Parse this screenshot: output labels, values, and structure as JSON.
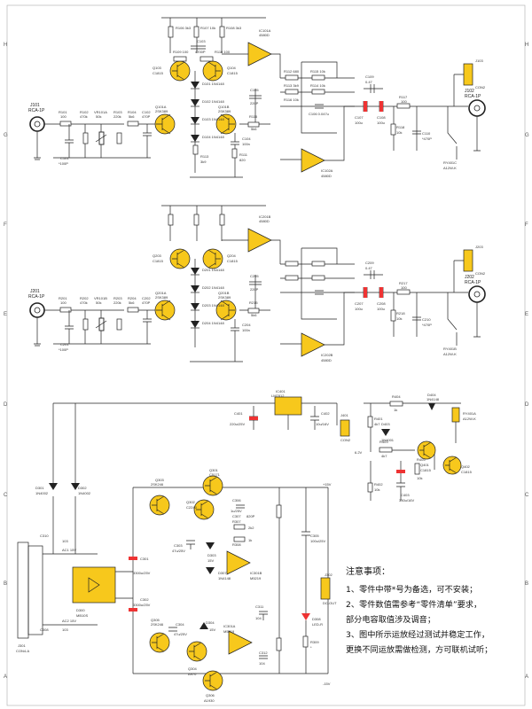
{
  "border_left": [
    "H",
    "G",
    "F",
    "E",
    "D",
    "C",
    "B",
    "A"
  ],
  "border_right": [
    "H",
    "G",
    "F",
    "E",
    "D",
    "C",
    "B",
    "A"
  ],
  "channel_left": {
    "input_jack": {
      "ref": "J101",
      "type": "RCA-1P"
    },
    "r101": {
      "ref": "R101",
      "val": "100"
    },
    "r102": {
      "ref": "R102",
      "val": "470k"
    },
    "vr": {
      "ref": "VR101A",
      "val": "50k"
    },
    "r103": {
      "ref": "R103",
      "val": "220k"
    },
    "r104": {
      "ref": "R104",
      "val": "5k6"
    },
    "c102": {
      "ref": "C102",
      "val": "470P"
    },
    "c101": {
      "ref": "C101",
      "val": "*100P"
    },
    "q101": {
      "ref": "Q101A",
      "type": "2SK389"
    },
    "q103": {
      "ref": "Q103",
      "type": "C1815"
    },
    "q104": {
      "ref": "Q104",
      "type": "C1815"
    },
    "q101b": {
      "ref": "Q101B",
      "type": "2SK389"
    },
    "ic101a": {
      "ref": "IC101A",
      "type": "4580D"
    },
    "ic102a": {
      "ref": "IC102A",
      "type": "4580D"
    },
    "diodes": [
      "D101 1N4148",
      "D102 1N4148",
      "D103 1N4148",
      "D104 1N4148"
    ],
    "r_top": [
      "R106 3k3",
      "R107 10k",
      "R108 3k3",
      "R109 100",
      "R110 100"
    ],
    "c103": {
      "ref": "C103",
      "val": "4700P"
    },
    "c105": {
      "ref": "C105",
      "val": "220P"
    },
    "c104": {
      "ref": "C104",
      "val": "100n"
    },
    "r115": {
      "ref": "R115",
      "val": "5k6"
    },
    "r111": {
      "ref": "R111",
      "val": "820"
    },
    "r113": {
      "ref": "R113",
      "val": "3k9"
    },
    "mid": [
      "R112 680",
      "R113 3k9",
      "R115 10k",
      "R114 10k",
      "C106 0.047u",
      "R116 10k"
    ],
    "c109": {
      "ref": "C109",
      "val": "0.47"
    },
    "c107": {
      "ref": "C107",
      "val": "100u"
    },
    "c108": {
      "ref": "C108",
      "val": "100u"
    },
    "r117": {
      "ref": "R117",
      "val": "100"
    },
    "r118": {
      "ref": "R118",
      "val": "10k"
    },
    "c110": {
      "ref": "C110",
      "val": "*470P"
    },
    "relay": {
      "ref": "RY401C",
      "type": "A12W-K"
    },
    "output_jack": {
      "ref": "J102",
      "type": "RCA-1P"
    },
    "j103": {
      "ref": "J103",
      "type": "CON2"
    }
  },
  "channel_right": {
    "input_jack": {
      "ref": "J201",
      "type": "RCA-1P"
    },
    "r201": {
      "ref": "R201",
      "val": "100"
    },
    "r202": {
      "ref": "R202",
      "val": "470k"
    },
    "vr": {
      "ref": "VR101B",
      "val": "50k"
    },
    "r203": {
      "ref": "R203",
      "val": "220k"
    },
    "r204": {
      "ref": "R204",
      "val": "5k6"
    },
    "c202": {
      "ref": "C202",
      "val": "470P"
    },
    "c201": {
      "ref": "C201",
      "val": "*100P"
    },
    "q201": {
      "ref": "Q201A",
      "type": "2SK389"
    },
    "q203": {
      "ref": "Q203",
      "type": "C1815"
    },
    "q204": {
      "ref": "Q204",
      "type": "C1815"
    },
    "q201b": {
      "ref": "Q201B",
      "type": "2SK389"
    },
    "ic201b": {
      "ref": "IC201B",
      "type": "4580D"
    },
    "ic202b": {
      "ref": "IC202B",
      "type": "4580D"
    },
    "diodes": [
      "D201 1N4148",
      "D202 1N4148",
      "D203 1N4148",
      "D204 1N4148"
    ],
    "c205": {
      "ref": "C205",
      "val": "220P"
    },
    "c204": {
      "ref": "C204",
      "val": "100n"
    },
    "r215": {
      "ref": "R215",
      "val": "5k6"
    },
    "c209": {
      "ref": "C209",
      "val": "0.47"
    },
    "c207": {
      "ref": "C207",
      "val": "100u"
    },
    "c208": {
      "ref": "C208",
      "val": "100u"
    },
    "r217": {
      "ref": "R217",
      "val": "100"
    },
    "r218": {
      "ref": "R218",
      "val": "10k"
    },
    "c210": {
      "ref": "C210",
      "val": "*470P"
    },
    "relay": {
      "ref": "RY401B",
      "type": "A12W-K"
    },
    "output_jack": {
      "ref": "J202",
      "type": "RCA-1P"
    },
    "j203": {
      "ref": "J203",
      "type": "CON2"
    }
  },
  "protect": {
    "ic401": {
      "ref": "IC401",
      "type": "LM7812"
    },
    "c401": {
      "ref": "C401",
      "val": "220u/25V"
    },
    "c402": {
      "ref": "C402",
      "val": "10u/16V"
    },
    "j401": {
      "ref": "J401",
      "type": "CON2"
    },
    "r401": {
      "ref": "R401",
      "val": "4k7"
    },
    "r402": {
      "ref": "R402",
      "val": "10k"
    },
    "r403": {
      "ref": "R403",
      "val": "4k7"
    },
    "r404": {
      "ref": "R404",
      "val": "1k"
    },
    "r405": {
      "ref": "R405",
      "val": "10k"
    },
    "d403": {
      "ref": "D403",
      "type": "1N4001"
    },
    "d404": {
      "ref": "D404",
      "type": "1N4148"
    },
    "zener": "6.2V",
    "c403": {
      "ref": "C403",
      "val": "330u/16V"
    },
    "q401": {
      "ref": "Q401",
      "type": "C1815"
    },
    "q402": {
      "ref": "Q402",
      "type": "C1815"
    },
    "relay": {
      "ref": "RY401A",
      "type": "A12W-K"
    }
  },
  "psu": {
    "d301": {
      "ref": "D301",
      "type": "1N4002"
    },
    "d302": {
      "ref": "D302",
      "type": "1N4002"
    },
    "c310": {
      "ref": "C310",
      "val": "103"
    },
    "c308": {
      "ref": "C308",
      "val": "103"
    },
    "j301": {
      "ref": "J301",
      "type": "CON4-A"
    },
    "ac_top": "AC1 15V",
    "ac_bot": "AC2 15V",
    "d300": {
      "ref": "D300",
      "type": "MB10S"
    },
    "c301": {
      "ref": "C301",
      "val": "3300u/25V"
    },
    "c302": {
      "ref": "C302",
      "val": "3300u/25V"
    },
    "q303": {
      "ref": "Q303",
      "type": "2SK246"
    },
    "q301": {
      "ref": "Q301",
      "type": "C5171"
    },
    "q302": {
      "ref": "Q302",
      "type": "C2240"
    },
    "q305": {
      "ref": "Q305",
      "type": "2SK246"
    },
    "q304": {
      "ref": "Q304",
      "type": "A970"
    },
    "q306": {
      "ref": "Q306",
      "type": "A1930"
    },
    "c303": {
      "ref": "C303",
      "val": "47u/25V"
    },
    "c304": {
      "ref": "C304",
      "val": "47u/25V"
    },
    "c306": {
      "ref": "C306",
      "val": "1u/25V"
    },
    "c305": {
      "ref": "C305",
      "val": "100u/25V"
    },
    "c307": {
      "ref": "C307",
      "val": "820P"
    },
    "c311": {
      "ref": "C311",
      "val": "104"
    },
    "c312": {
      "ref": "C312",
      "val": "104"
    },
    "d303": {
      "ref": "D303",
      "type": "15V"
    },
    "d304": {
      "ref": "D304",
      "type": "15V"
    },
    "d307": {
      "ref": "D307",
      "type": "1N4148"
    },
    "ic301b": {
      "ref": "IC301B",
      "type": "M5219"
    },
    "ic301a": {
      "ref": "IC301A",
      "type": "M5219"
    },
    "r307": {
      "ref": "R307",
      "val": "2k2"
    },
    "r308": {
      "ref": "R308",
      "val": "1k"
    },
    "j302": {
      "ref": "J302",
      "type": "DC-OUT"
    },
    "d308": {
      "ref": "D308",
      "type": "LED-R"
    },
    "r309": {
      "ref": "R309",
      "val": "*"
    },
    "v_pos": "+15V",
    "v_neg": "-15V"
  },
  "notes": {
    "heading": "注意事项：",
    "lines": [
      "1、零件中带*号为备选，可不安装；",
      "2、零件数值需参考“零件清单”要求，",
      "部分电容取值涉及调音；",
      "3、图中所示运放经过测试并稳定工作，",
      "更换不同运放需做检测，方可联机试听；"
    ]
  }
}
